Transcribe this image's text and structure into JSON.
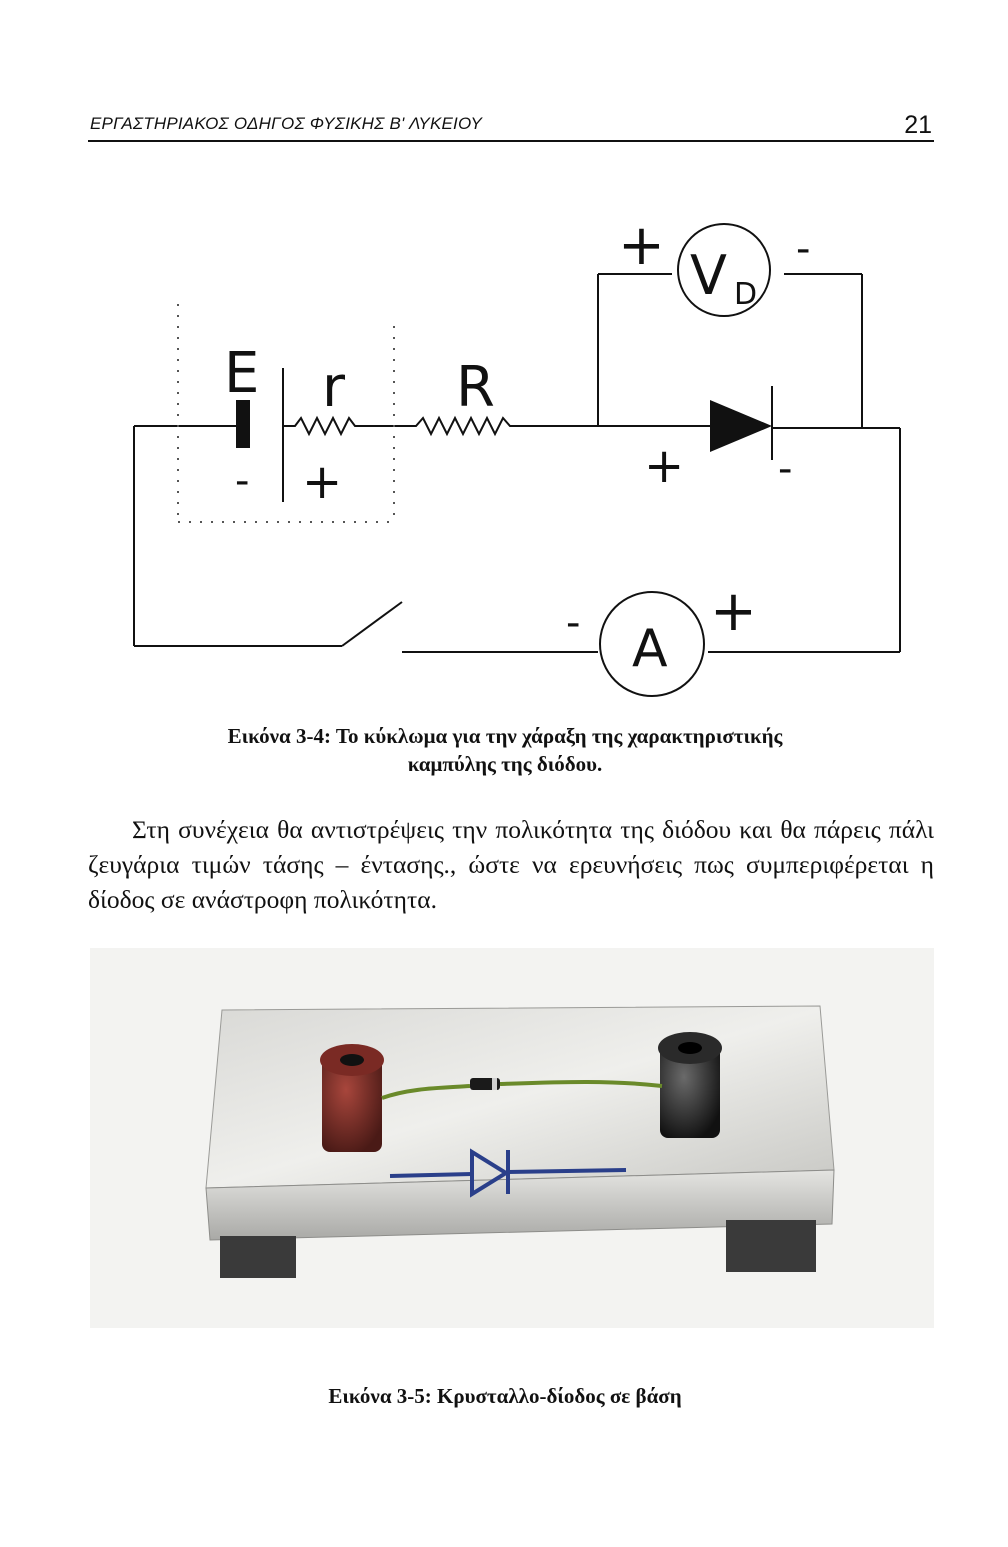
{
  "header": {
    "title": "ΕΡΓΑΣΤΗΡΙΑΚΟΣ ΟΔΗΓΟΣ ΦΥΣΙΚΗΣ Β' ΛΥΚΕΙΟΥ",
    "page_number": "21"
  },
  "figure1": {
    "labels": {
      "emf": "E",
      "internal_resistance": "r",
      "resistor": "R",
      "voltmeter": "V",
      "voltmeter_sub": "D",
      "ammeter": "A",
      "plus": "+",
      "minus": "-"
    },
    "caption": {
      "line1": "Εικόνα 3-4: Το κύκλωμα για την χάραξη της χαρακτηριστικής",
      "line2": "καμπύλης της διόδου."
    }
  },
  "body": {
    "paragraph": "Στη συνέχεια θα αντιστρέψεις την πολικότητα της διόδου και θα πάρεις πάλι ζευγάρια τιμών τάσης – έντασης., ώστε να ερευνήσεις πως συμπεριφέρεται η δίοδος σε ανάστροφη πολικότητα."
  },
  "figure2": {
    "caption": "Εικόνα 3-5: Κρυσταλλο-δίοδος σε βάση"
  }
}
